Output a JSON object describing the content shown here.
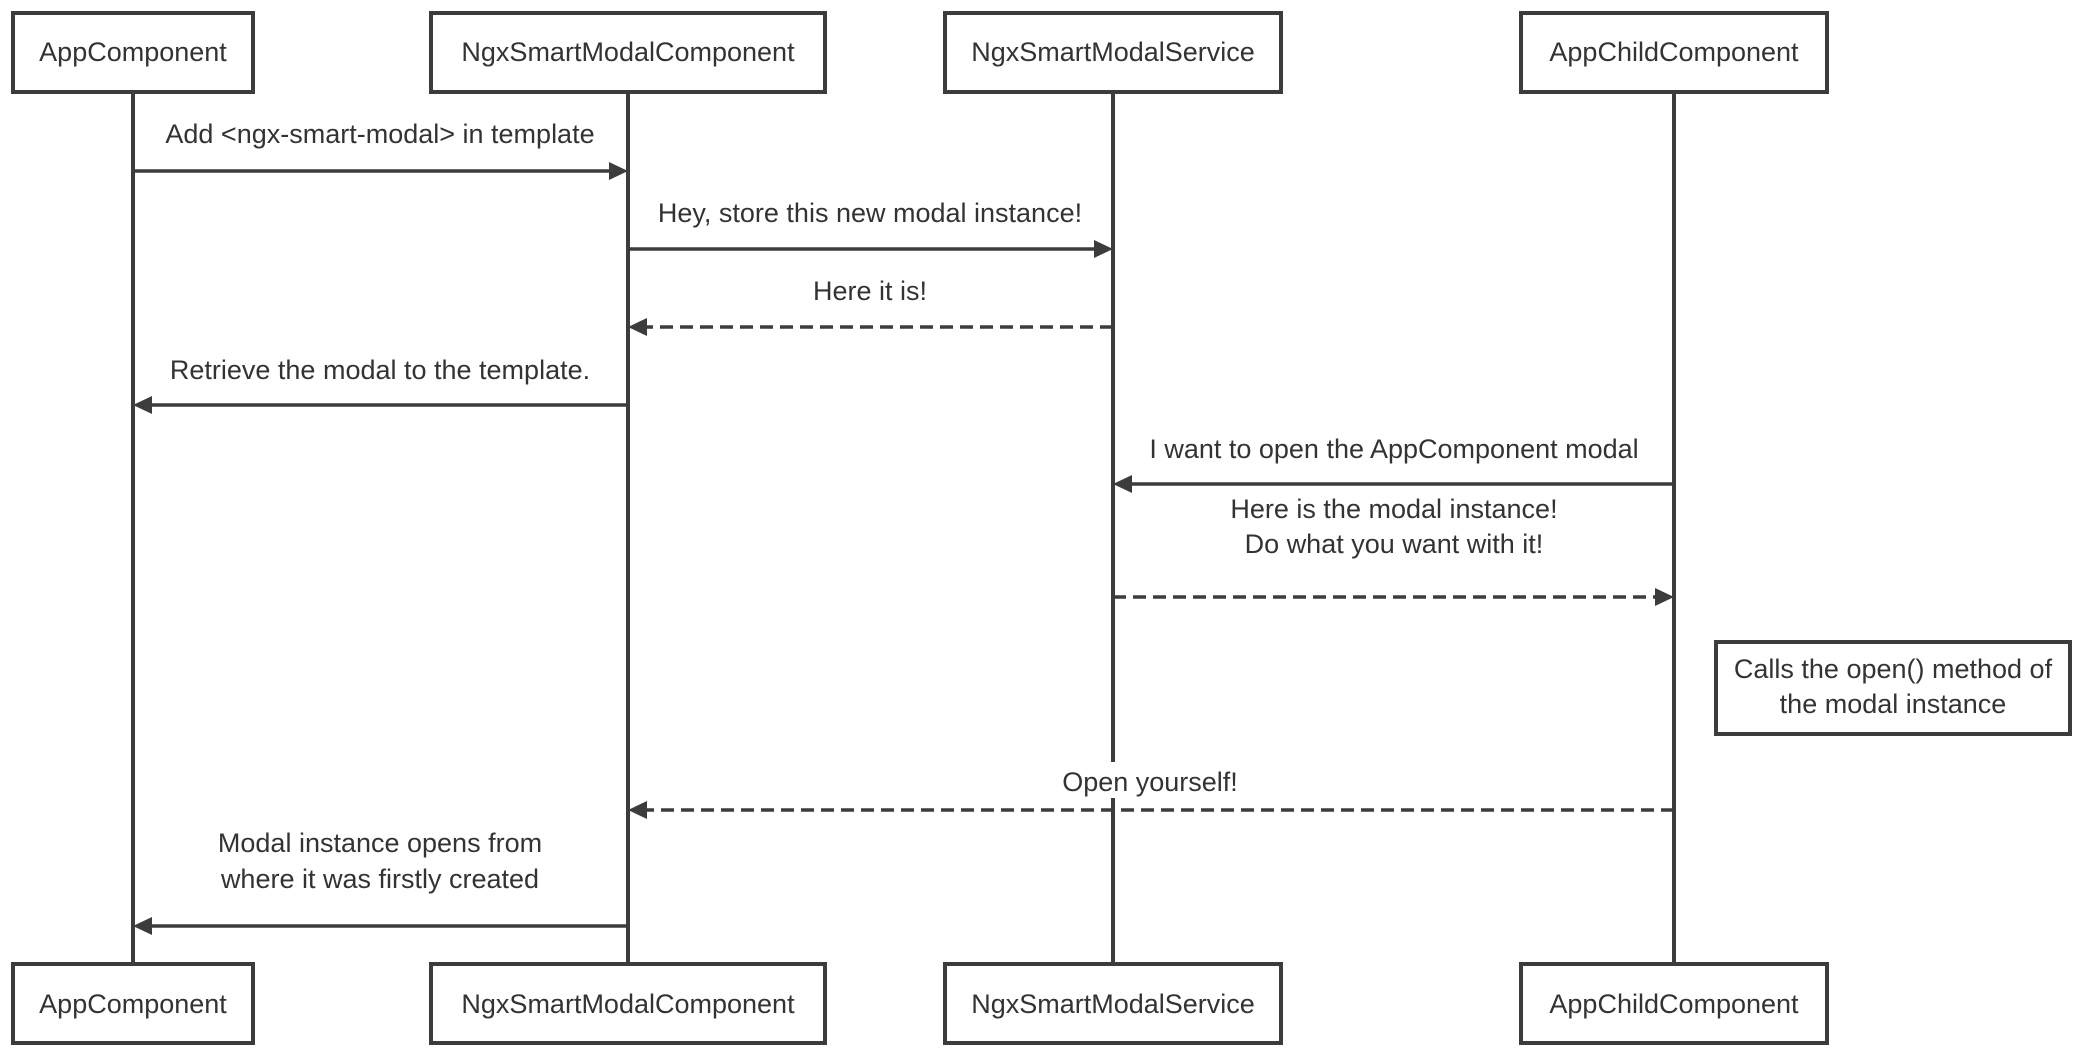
{
  "participants": [
    {
      "id": "app",
      "name": "AppComponent"
    },
    {
      "id": "modal_component",
      "name": "NgxSmartModalComponent"
    },
    {
      "id": "modal_service",
      "name": "NgxSmartModalService"
    },
    {
      "id": "child",
      "name": "AppChildComponent"
    }
  ],
  "messages": [
    {
      "from": "app",
      "to": "modal_component",
      "style": "solid",
      "text": [
        "Add <ngx-smart-modal> in template"
      ]
    },
    {
      "from": "modal_component",
      "to": "modal_service",
      "style": "solid",
      "text": [
        "Hey, store this new modal instance!"
      ]
    },
    {
      "from": "modal_service",
      "to": "modal_component",
      "style": "dashed",
      "text": [
        "Here it is!"
      ]
    },
    {
      "from": "modal_component",
      "to": "app",
      "style": "solid",
      "text": [
        "Retrieve the modal to the template."
      ]
    },
    {
      "from": "child",
      "to": "modal_service",
      "style": "solid",
      "text": [
        "I want to open the AppComponent modal"
      ]
    },
    {
      "from": "modal_service",
      "to": "child",
      "style": "dashed",
      "text": [
        "Here is the modal instance!",
        "Do what you want with it!"
      ]
    },
    {
      "from": "child",
      "to": "modal_component",
      "style": "dashed",
      "text": [
        "Open yourself!"
      ]
    },
    {
      "from": "modal_component",
      "to": "app",
      "style": "solid",
      "text": [
        "Modal instance opens from",
        "where it was firstly created"
      ]
    }
  ],
  "notes": [
    {
      "participant": "child",
      "side": "right",
      "text": [
        "Calls the open() method of",
        "the modal instance"
      ]
    }
  ],
  "colors": {
    "line": "#3c3c3c",
    "text": "#333333",
    "background": "#ffffff"
  }
}
